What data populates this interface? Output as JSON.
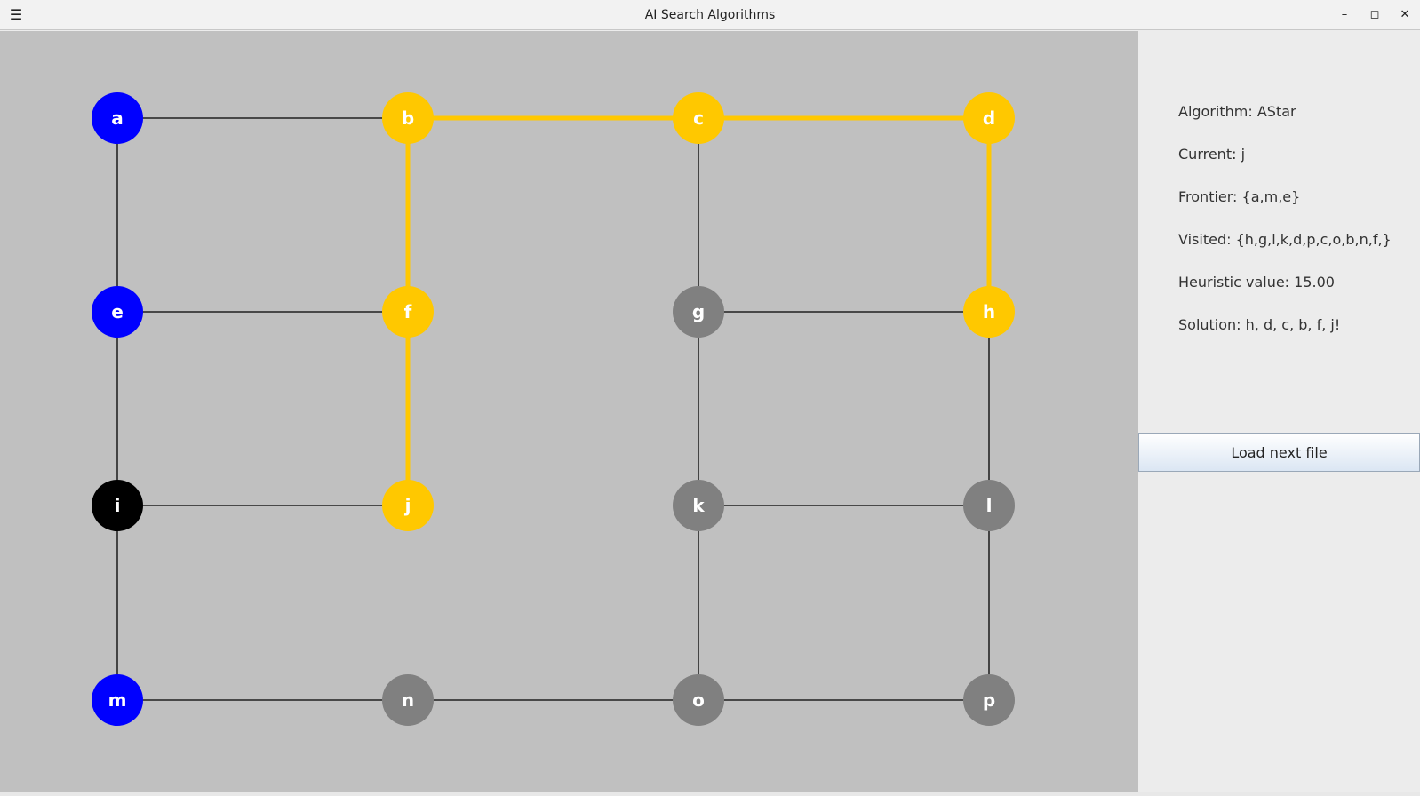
{
  "window": {
    "title": "AI Search Algorithms",
    "menu_icon": "hamburger-menu-icon",
    "minimize_icon": "minimize-icon",
    "maximize_icon": "maximize-icon",
    "close_icon": "close-icon"
  },
  "colors": {
    "visited_solution": "#ffc800",
    "frontier": "#0000ff",
    "unexplored": "#808080",
    "start": "#000000",
    "edge": "#000000",
    "panel_bg": "#c0c0c0"
  },
  "graph": {
    "nodes": [
      {
        "id": "a",
        "label": "a",
        "state": "frontier"
      },
      {
        "id": "b",
        "label": "b",
        "state": "solution"
      },
      {
        "id": "c",
        "label": "c",
        "state": "solution"
      },
      {
        "id": "d",
        "label": "d",
        "state": "solution"
      },
      {
        "id": "e",
        "label": "e",
        "state": "frontier"
      },
      {
        "id": "f",
        "label": "f",
        "state": "solution"
      },
      {
        "id": "g",
        "label": "g",
        "state": "unexplored"
      },
      {
        "id": "h",
        "label": "h",
        "state": "solution"
      },
      {
        "id": "i",
        "label": "i",
        "state": "start"
      },
      {
        "id": "j",
        "label": "j",
        "state": "solution"
      },
      {
        "id": "k",
        "label": "k",
        "state": "unexplored"
      },
      {
        "id": "l",
        "label": "l",
        "state": "unexplored"
      },
      {
        "id": "m",
        "label": "m",
        "state": "frontier"
      },
      {
        "id": "n",
        "label": "n",
        "state": "unexplored"
      },
      {
        "id": "o",
        "label": "o",
        "state": "unexplored"
      },
      {
        "id": "p",
        "label": "p",
        "state": "unexplored"
      }
    ],
    "edges": [
      {
        "from": "a",
        "to": "b",
        "path": false
      },
      {
        "from": "b",
        "to": "c",
        "path": true
      },
      {
        "from": "c",
        "to": "d",
        "path": true
      },
      {
        "from": "a",
        "to": "e",
        "path": false
      },
      {
        "from": "b",
        "to": "f",
        "path": true
      },
      {
        "from": "c",
        "to": "g",
        "path": false
      },
      {
        "from": "d",
        "to": "h",
        "path": true
      },
      {
        "from": "e",
        "to": "f",
        "path": false
      },
      {
        "from": "g",
        "to": "h",
        "path": false
      },
      {
        "from": "e",
        "to": "i",
        "path": false
      },
      {
        "from": "f",
        "to": "j",
        "path": true
      },
      {
        "from": "g",
        "to": "k",
        "path": false
      },
      {
        "from": "h",
        "to": "l",
        "path": false
      },
      {
        "from": "i",
        "to": "j",
        "path": false
      },
      {
        "from": "k",
        "to": "l",
        "path": false
      },
      {
        "from": "i",
        "to": "m",
        "path": false
      },
      {
        "from": "k",
        "to": "o",
        "path": false
      },
      {
        "from": "l",
        "to": "p",
        "path": false
      },
      {
        "from": "m",
        "to": "n",
        "path": false
      },
      {
        "from": "n",
        "to": "o",
        "path": false
      },
      {
        "from": "o",
        "to": "p",
        "path": false
      }
    ]
  },
  "info": {
    "algorithm": "Algorithm: AStar",
    "current": "Current: j",
    "frontier": "Frontier: {a,m,e}",
    "visited": "Visited: {h,g,l,k,d,p,c,o,b,n,f,}",
    "heuristic": "Heuristic value: 15.00",
    "solution": "Solution: h, d, c, b, f, j!"
  },
  "buttons": {
    "load_next": "Load next file"
  }
}
